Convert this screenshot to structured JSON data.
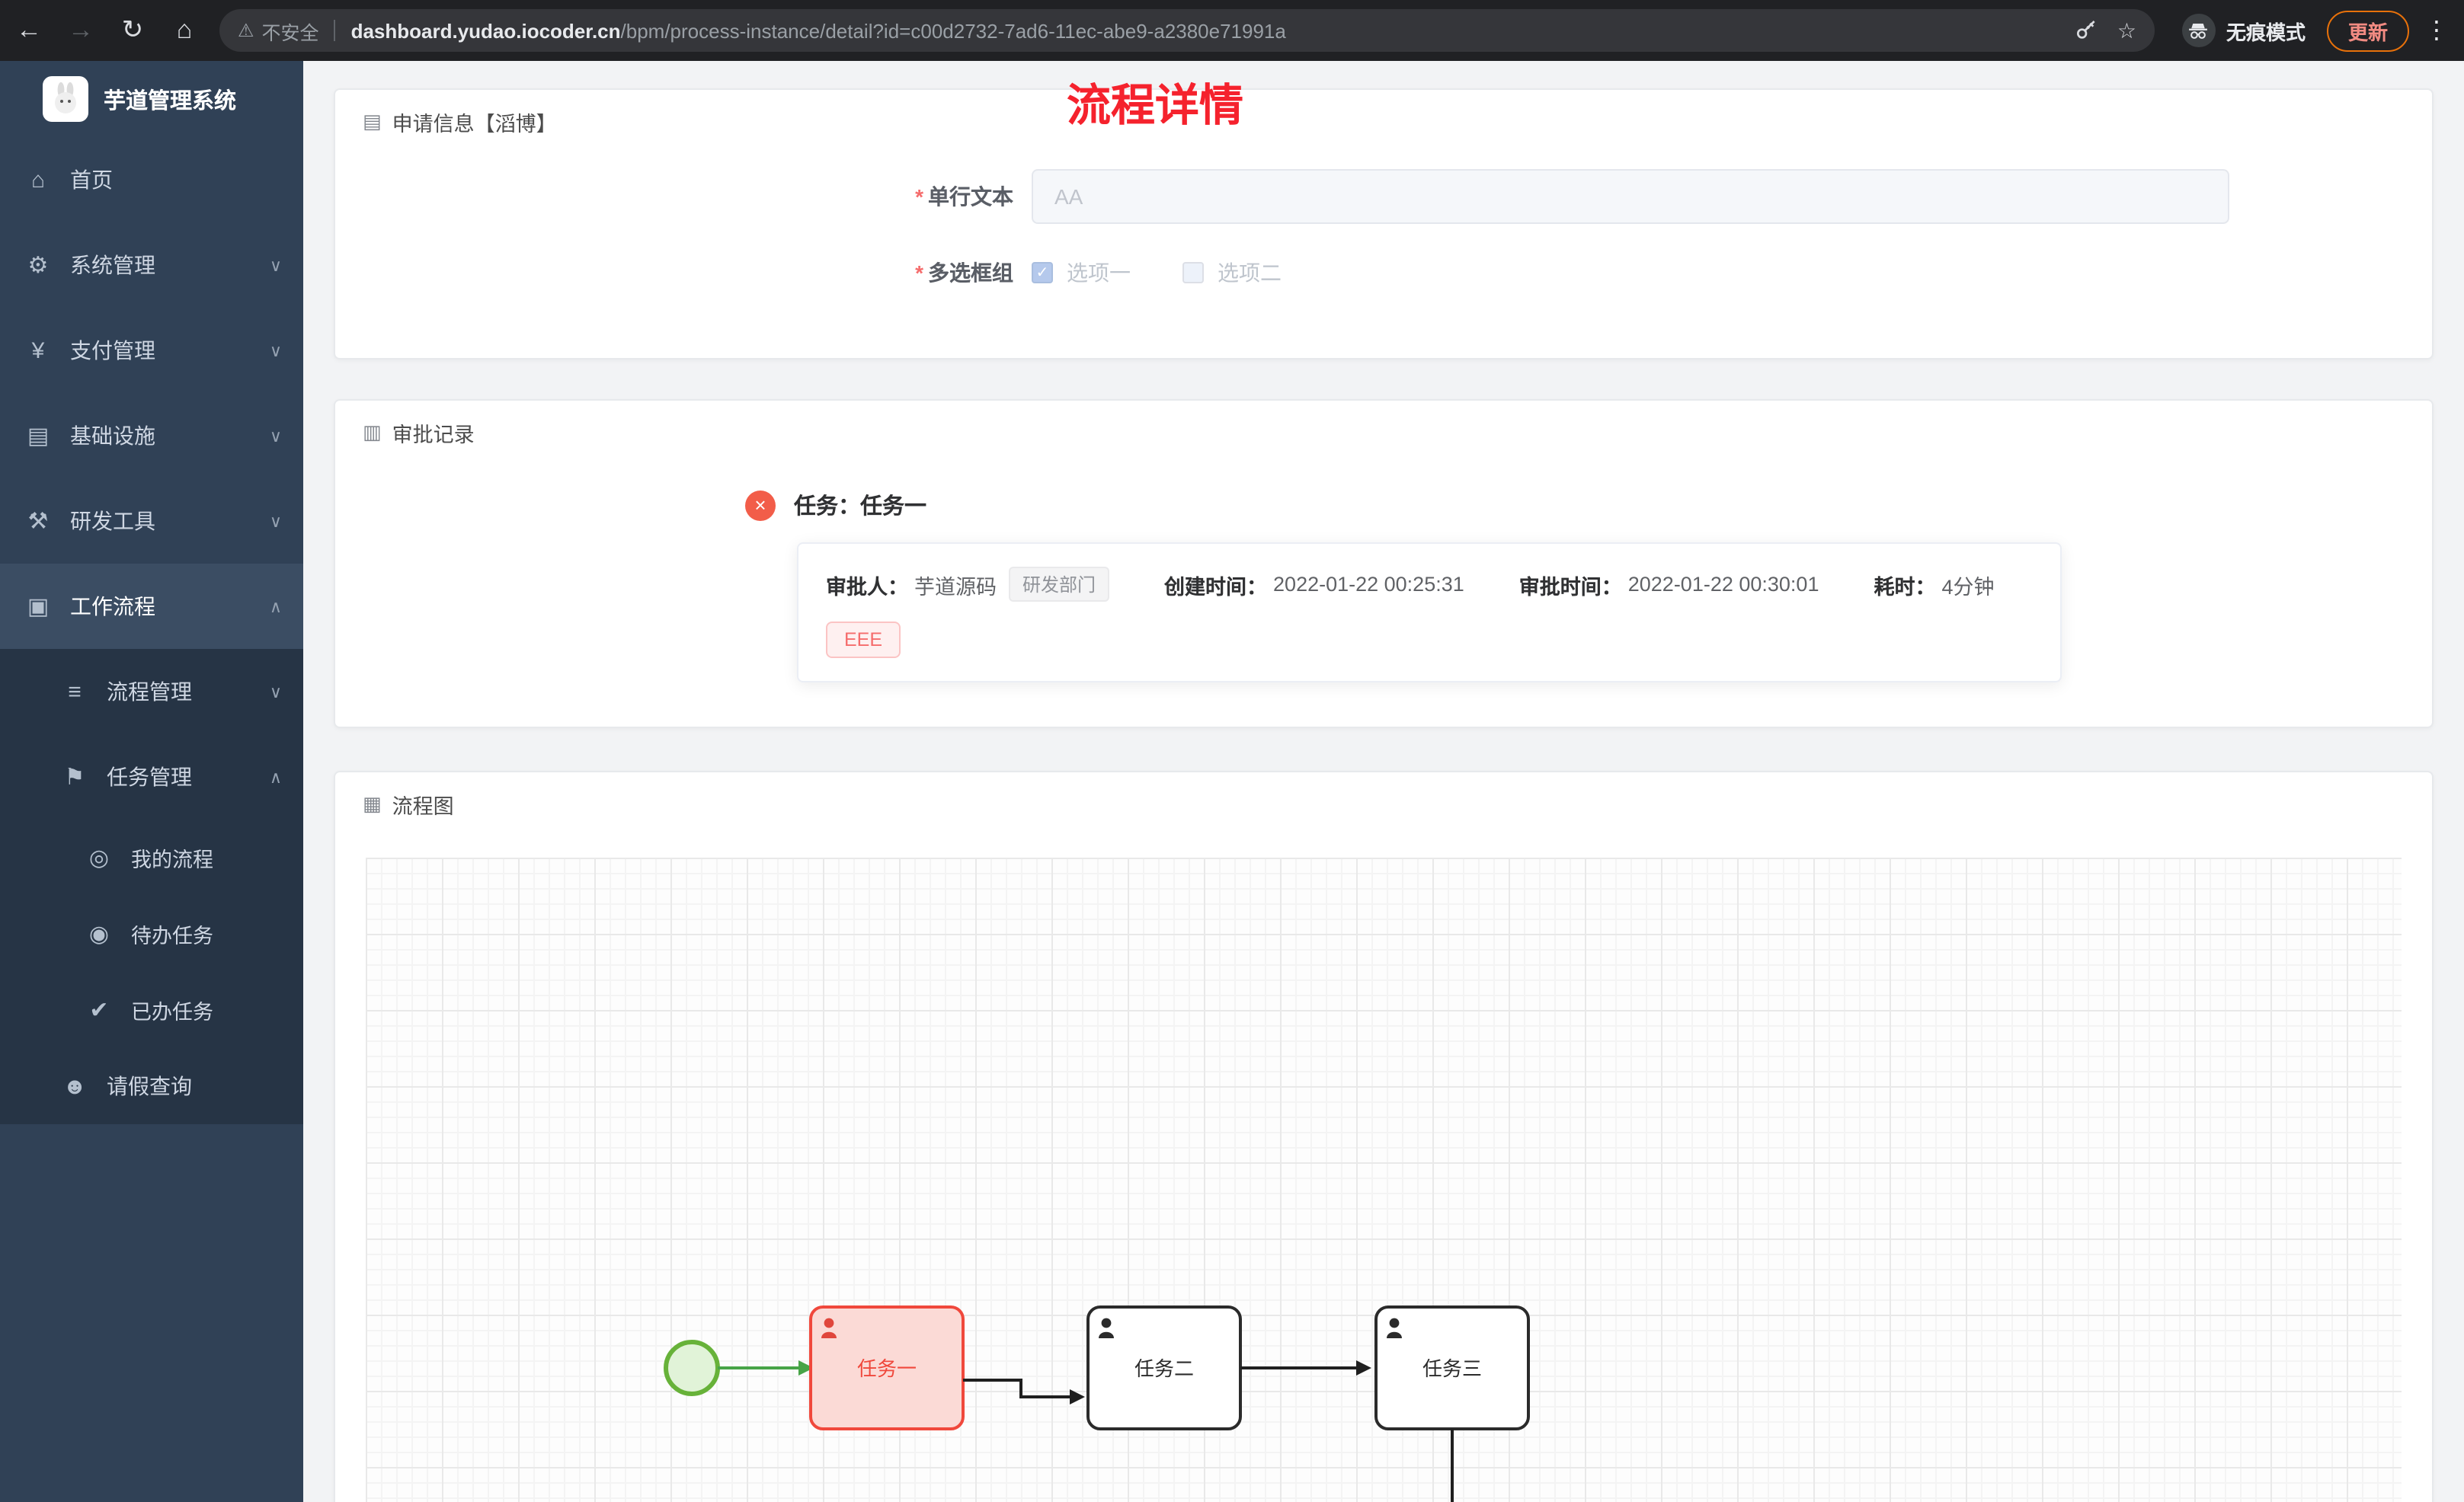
{
  "browser": {
    "security": "不安全",
    "url_domain": "dashboard.yudao.iocoder.cn",
    "url_path": "/bpm/process-instance/detail?id=c00d2732-7ad6-11ec-abe9-a2380e71991a",
    "incognito": "无痕模式",
    "update": "更新"
  },
  "icons": {
    "back": "←",
    "forward": "→",
    "reload": "↻",
    "home": "⌂",
    "warning": "⚠",
    "star": "☆",
    "dots": "⋮",
    "check": "✓",
    "cross": "×"
  },
  "sidebar": {
    "app_title": "芋道管理系统",
    "items": [
      {
        "icon": "⌂",
        "label": "首页",
        "arrow": ""
      },
      {
        "icon": "⚙",
        "label": "系统管理",
        "arrow": "∨"
      },
      {
        "icon": "¥",
        "label": "支付管理",
        "arrow": "∨"
      },
      {
        "icon": "▤",
        "label": "基础设施",
        "arrow": "∨"
      },
      {
        "icon": "⚒",
        "label": "研发工具",
        "arrow": "∨"
      },
      {
        "icon": "▣",
        "label": "工作流程",
        "arrow": "∧"
      },
      {
        "icon": "≡",
        "label": "流程管理",
        "arrow": "∨"
      },
      {
        "icon": "⚑",
        "label": "任务管理",
        "arrow": "∧"
      },
      {
        "icon": "◎",
        "label": "我的流程",
        "arrow": ""
      },
      {
        "icon": "◉",
        "label": "待办任务",
        "arrow": ""
      },
      {
        "icon": "✔",
        "label": "已办任务",
        "arrow": ""
      },
      {
        "icon": "☻",
        "label": "请假查询",
        "arrow": ""
      }
    ]
  },
  "page": {
    "title": "流程详情"
  },
  "apply_card": {
    "icon": "▤",
    "title": "申请信息【滔博】",
    "text_field": {
      "label": "单行文本",
      "placeholder": "AA"
    },
    "checkbox_field": {
      "label": "多选框组",
      "options": [
        {
          "label": "选项一",
          "checked": true
        },
        {
          "label": "选项二",
          "checked": false
        }
      ]
    }
  },
  "approval_card": {
    "icon": "▥",
    "title": "审批记录",
    "task_title": "任务：任务一",
    "approver_label": "审批人：",
    "approver": "芋道源码",
    "dept_tag": "研发部门",
    "created_label": "创建时间：",
    "created": "2022-01-22 00:25:31",
    "approved_label": "审批时间：",
    "approved": "2022-01-22 00:30:01",
    "duration_label": "耗时：",
    "duration": "4分钟",
    "comment_tag": "EEE"
  },
  "diagram_card": {
    "icon": "▦",
    "title": "流程图",
    "nodes": [
      "任务一",
      "任务二",
      "任务三"
    ]
  }
}
